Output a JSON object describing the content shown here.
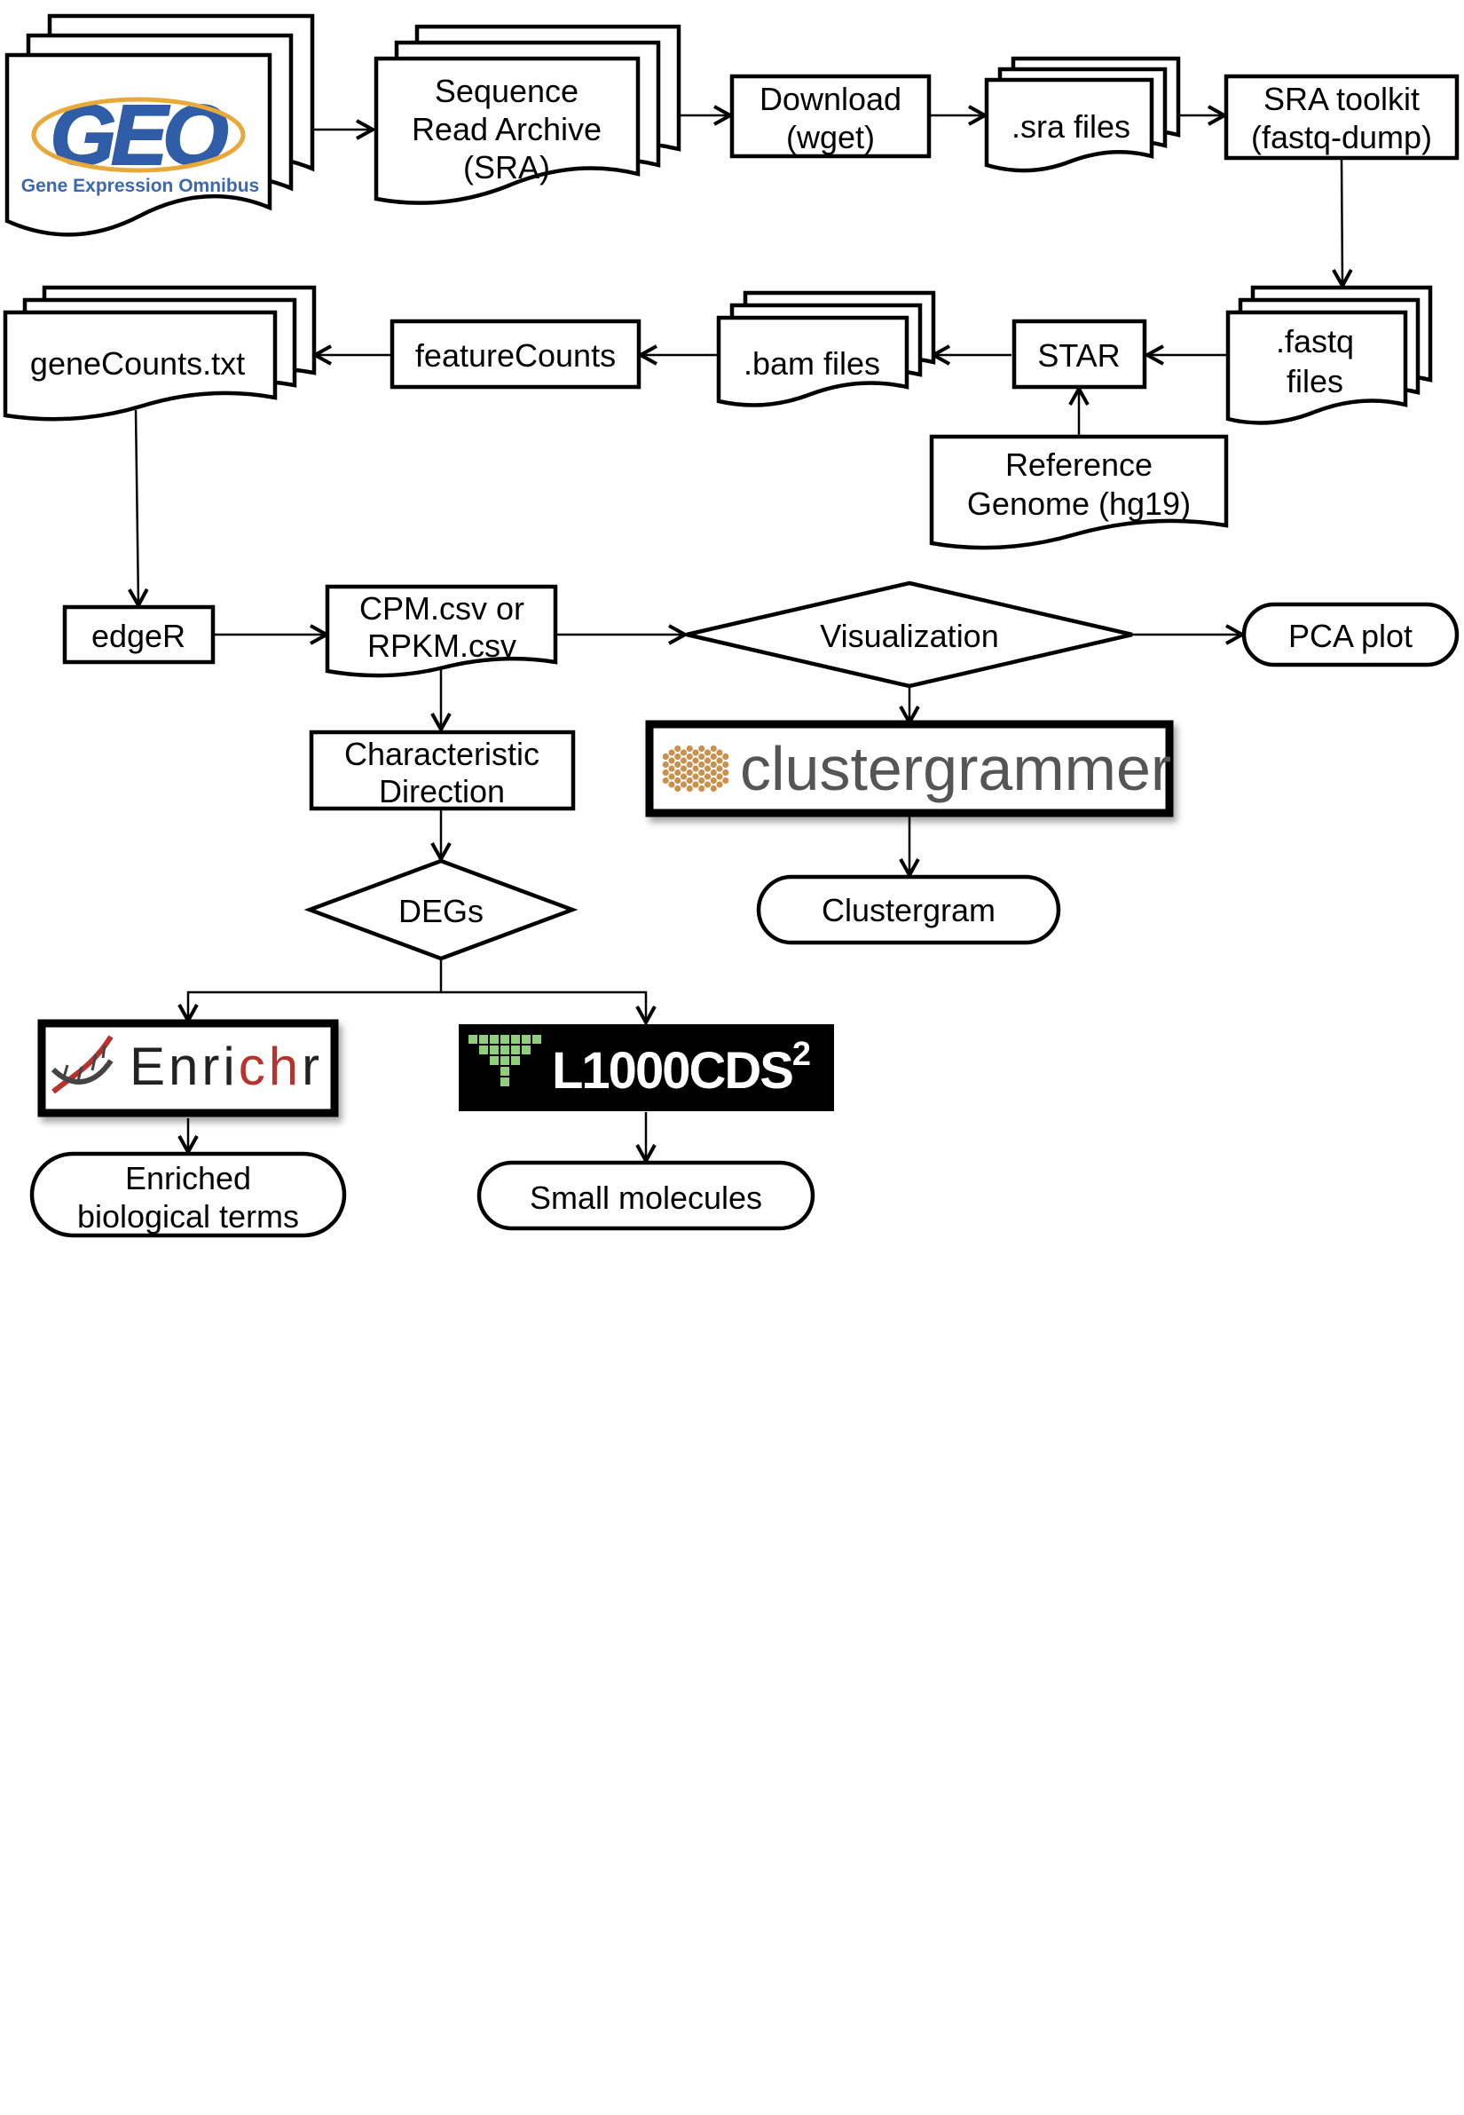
{
  "geo": {
    "logo_text": "GEO",
    "subtitle": "Gene Expression Omnibus",
    "colors": {
      "blue": "#2f5da8",
      "gold": "#e9a93a",
      "subtitle": "#3d67b0"
    }
  },
  "nodes": {
    "sra": [
      "Sequence",
      "Read Archive",
      "(SRA)"
    ],
    "download": [
      "Download",
      "(wget)"
    ],
    "sra_files": ".sra files",
    "sra_toolkit": [
      "SRA toolkit",
      "(fastq-dump)"
    ],
    "fastq_files": [
      ".fastq",
      "files"
    ],
    "star": "STAR",
    "reference": [
      "Reference",
      "Genome (hg19)"
    ],
    "bam_files": ".bam files",
    "featurecounts": "featureCounts",
    "genecounts": "geneCounts.txt",
    "edger": "edgeR",
    "cpm": [
      "CPM.csv or",
      "RPKM.csv"
    ],
    "visualization": "Visualization",
    "pca": "PCA plot",
    "chardir": [
      "Characteristic",
      "Direction"
    ],
    "degs": "DEGs",
    "clustergram": "Clustergram",
    "enriched": [
      "Enriched",
      "biological terms"
    ],
    "small_molecules": "Small molecules"
  },
  "logos": {
    "clustergrammer": {
      "text": "clustergrammer",
      "color": "#555555",
      "icon_color": "#c8914e"
    },
    "enrichr": {
      "text_dark": "Enri",
      "text_red": "ch",
      "text_end": "r",
      "dark": "#222222",
      "red": "#b8322e"
    },
    "l1000cds2": {
      "text": "L1000CDS",
      "superscript": "2",
      "background": "#000000",
      "icon_color": "#8fce7b"
    }
  }
}
